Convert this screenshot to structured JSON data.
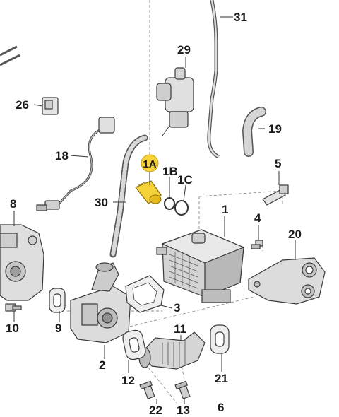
{
  "callouts": {
    "p1": "1",
    "p1A": "1A",
    "p1B": "1B",
    "p1C": "1C",
    "p2": "2",
    "p3": "3",
    "p4": "4",
    "p5": "5",
    "p6": "6",
    "p8": "8",
    "p9": "9",
    "p10": "10",
    "p11": "11",
    "p12": "12",
    "p13": "13",
    "p18": "18",
    "p19": "19",
    "p20": "20",
    "p21": "21",
    "p22": "22",
    "p26": "26",
    "p29": "29",
    "p30": "30",
    "p31": "31"
  },
  "colors": {
    "part_fill": "#e8e8e8",
    "part_dark": "#9a9a9a",
    "highlight": "#f5d23a",
    "line": "#333333"
  }
}
